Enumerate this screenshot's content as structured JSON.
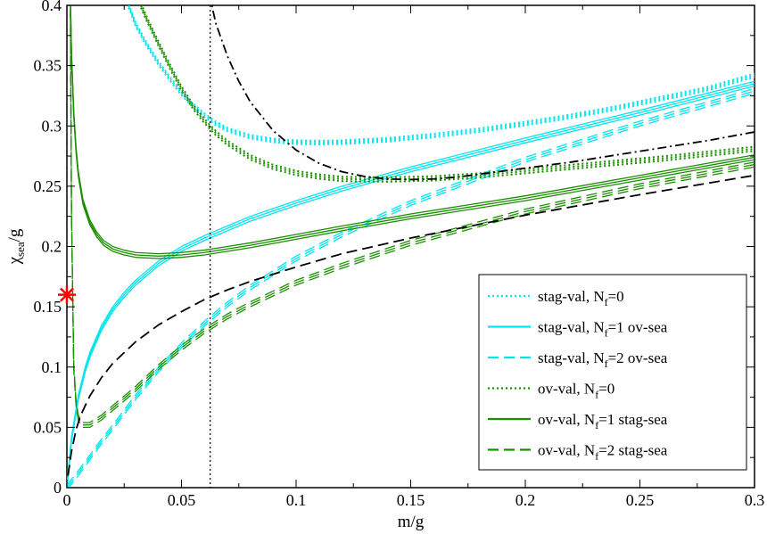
{
  "chart_data": {
    "type": "line",
    "title": "",
    "xlabel": "m/g",
    "ylabel": "χsea/g",
    "ylabel_parts": [
      "χ",
      "sea",
      "/g"
    ],
    "xlim": [
      0,
      0.3
    ],
    "ylim": [
      0,
      0.4
    ],
    "x_ticks": [
      0,
      0.05,
      0.1,
      0.15,
      0.2,
      0.25,
      0.3
    ],
    "y_ticks": [
      0,
      0.05,
      0.1,
      0.15,
      0.2,
      0.25,
      0.3,
      0.35,
      0.4
    ],
    "x_tick_labels": [
      "0",
      "0.05",
      "0.1",
      "0.15",
      "0.2",
      "0.25",
      "0.3"
    ],
    "y_tick_labels": [
      "0",
      "0.05",
      "0.1",
      "0.15",
      "0.2",
      "0.25",
      "0.3",
      "0.35",
      "0.4"
    ],
    "grid": false,
    "legend_position": "bottom-right",
    "series": [
      {
        "name": "stag-val, Nf=0",
        "label_parts": [
          "stag-val, N",
          "f",
          "=0"
        ],
        "color": "#00e5ee",
        "dash": "dotted",
        "band": 0.0015,
        "x": [
          0.025,
          0.03,
          0.035,
          0.04,
          0.045,
          0.05,
          0.055,
          0.06,
          0.065,
          0.07,
          0.08,
          0.09,
          0.1,
          0.11,
          0.12,
          0.14,
          0.16,
          0.18,
          0.2,
          0.22,
          0.24,
          0.26,
          0.28,
          0.3
        ],
        "y": [
          0.41,
          0.384,
          0.367,
          0.352,
          0.339,
          0.327,
          0.317,
          0.309,
          0.302,
          0.297,
          0.291,
          0.288,
          0.2865,
          0.2862,
          0.2865,
          0.2885,
          0.292,
          0.2965,
          0.302,
          0.308,
          0.315,
          0.323,
          0.331,
          0.342
        ]
      },
      {
        "name": "stag-val, Nf=1 ov-sea",
        "label_parts": [
          "stag-val, N",
          "f",
          "=1 ov-sea"
        ],
        "color": "#00e5ee",
        "dash": "solid",
        "band": 0.002,
        "x": [
          0,
          0.002,
          0.005,
          0.008,
          0.01,
          0.015,
          0.02,
          0.025,
          0.03,
          0.04,
          0.05,
          0.06,
          0.07,
          0.08,
          0.1,
          0.12,
          0.15,
          0.2,
          0.25,
          0.3
        ],
        "y": [
          0,
          0.04,
          0.075,
          0.098,
          0.11,
          0.132,
          0.148,
          0.16,
          0.17,
          0.186,
          0.198,
          0.207,
          0.215,
          0.223,
          0.236,
          0.248,
          0.264,
          0.288,
          0.311,
          0.335
        ]
      },
      {
        "name": "stag-val, Nf=2 ov-sea",
        "label_parts": [
          "stag-val, N",
          "f",
          "=2 ov-sea"
        ],
        "color": "#00e5ee",
        "dash": "dashed",
        "band": 0.002,
        "x": [
          0,
          0.005,
          0.01,
          0.015,
          0.02,
          0.03,
          0.04,
          0.05,
          0.06,
          0.07,
          0.08,
          0.1,
          0.12,
          0.15,
          0.2,
          0.25,
          0.3
        ],
        "y": [
          0,
          0.012,
          0.025,
          0.038,
          0.05,
          0.075,
          0.098,
          0.118,
          0.136,
          0.152,
          0.166,
          0.19,
          0.21,
          0.236,
          0.272,
          0.302,
          0.329
        ]
      },
      {
        "name": "ov-val, Nf=0",
        "label_parts": [
          "ov-val, N",
          "f",
          "=0"
        ],
        "color": "#1a8f00",
        "dash": "dotted",
        "band": 0.0018,
        "x": [
          0.03,
          0.035,
          0.04,
          0.045,
          0.05,
          0.055,
          0.06,
          0.065,
          0.07,
          0.08,
          0.09,
          0.1,
          0.11,
          0.12,
          0.14,
          0.16,
          0.18,
          0.2,
          0.22,
          0.24,
          0.26,
          0.28,
          0.3
        ],
        "y": [
          0.41,
          0.388,
          0.368,
          0.349,
          0.331,
          0.316,
          0.304,
          0.294,
          0.286,
          0.274,
          0.266,
          0.261,
          0.258,
          0.256,
          0.2555,
          0.2565,
          0.259,
          0.2625,
          0.266,
          0.2695,
          0.273,
          0.277,
          0.281
        ]
      },
      {
        "name": "ov-val, Nf=1 stag-sea",
        "label_parts": [
          "ov-val, N",
          "f",
          "=1 stag-sea"
        ],
        "color": "#1a8f00",
        "dash": "solid",
        "band": 0.002,
        "x": [
          0.0015,
          0.002,
          0.003,
          0.004,
          0.005,
          0.007,
          0.01,
          0.013,
          0.016,
          0.02,
          0.025,
          0.03,
          0.04,
          0.05,
          0.06,
          0.08,
          0.1,
          0.12,
          0.15,
          0.2,
          0.25,
          0.3
        ],
        "y": [
          0.41,
          0.36,
          0.31,
          0.28,
          0.26,
          0.237,
          0.22,
          0.21,
          0.203,
          0.198,
          0.195,
          0.193,
          0.192,
          0.193,
          0.195,
          0.201,
          0.208,
          0.215,
          0.225,
          0.24,
          0.257,
          0.274
        ]
      },
      {
        "name": "ov-val, Nf=2 stag-sea",
        "label_parts": [
          "ov-val, N",
          "f",
          "=2 stag-sea"
        ],
        "color": "#1a8f00",
        "dash": "dashed",
        "band": 0.002,
        "x": [
          0.0015,
          0.002,
          0.003,
          0.004,
          0.005,
          0.007,
          0.01,
          0.015,
          0.02,
          0.03,
          0.04,
          0.05,
          0.06,
          0.07,
          0.08,
          0.1,
          0.12,
          0.15,
          0.2,
          0.25,
          0.3
        ],
        "y": [
          0.41,
          0.23,
          0.1,
          0.07,
          0.058,
          0.052,
          0.052,
          0.058,
          0.066,
          0.082,
          0.1,
          0.116,
          0.13,
          0.142,
          0.152,
          0.17,
          0.184,
          0.203,
          0.229,
          0.25,
          0.268
        ]
      },
      {
        "name": "",
        "color": "#000000",
        "dash": "dashdot",
        "band": 0,
        "x": [
          0.062,
          0.065,
          0.07,
          0.075,
          0.08,
          0.09,
          0.1,
          0.11,
          0.12,
          0.13,
          0.14,
          0.15,
          0.16,
          0.17,
          0.18,
          0.2,
          0.22,
          0.24,
          0.26,
          0.28,
          0.3
        ],
        "y": [
          0.41,
          0.385,
          0.358,
          0.337,
          0.32,
          0.296,
          0.28,
          0.269,
          0.262,
          0.258,
          0.256,
          0.2555,
          0.256,
          0.2575,
          0.26,
          0.265,
          0.27,
          0.276,
          0.282,
          0.288,
          0.295
        ]
      },
      {
        "name": "",
        "color": "#000000",
        "dash": "dashed",
        "band": 0,
        "x": [
          0.0005,
          0.002,
          0.004,
          0.006,
          0.01,
          0.015,
          0.02,
          0.03,
          0.04,
          0.05,
          0.06,
          0.07,
          0.08,
          0.1,
          0.12,
          0.15,
          0.2,
          0.25,
          0.3
        ],
        "y": [
          0.01,
          0.03,
          0.048,
          0.06,
          0.076,
          0.091,
          0.103,
          0.121,
          0.135,
          0.146,
          0.156,
          0.164,
          0.171,
          0.183,
          0.194,
          0.207,
          0.226,
          0.243,
          0.259
        ]
      }
    ],
    "reference_line": {
      "orientation": "vertical",
      "x": 0.0625,
      "color": "#000000",
      "dash": "dotted"
    },
    "marker_points": [
      {
        "x": 0,
        "y": 0.16,
        "marker": "asterisk",
        "color": "#ff0000"
      }
    ]
  }
}
